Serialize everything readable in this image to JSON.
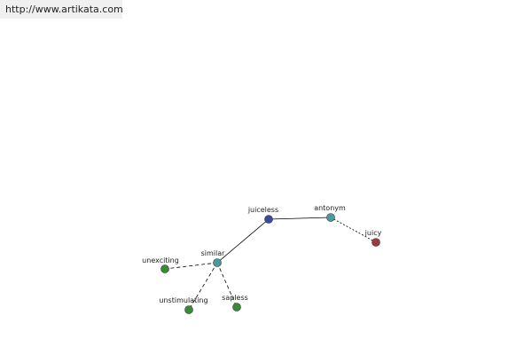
{
  "source_url": "http://www.artikata.com",
  "nodes": {
    "juiceless": {
      "label": "juiceless",
      "color": "#3a4aa0"
    },
    "antonym": {
      "label": "antonym",
      "color": "#4a9a9a"
    },
    "juicy": {
      "label": "juicy",
      "color": "#a03a3a"
    },
    "similar": {
      "label": "similar",
      "color": "#4a9a9a"
    },
    "unexciting": {
      "label": "unexciting",
      "color": "#3a8a3a"
    },
    "unstimulating": {
      "label": "unstimulating",
      "color": "#3a8a3a"
    },
    "sapless": {
      "label": "sapless",
      "color": "#3a8a3a"
    }
  },
  "edges": [
    {
      "from": "juiceless",
      "to": "antonym",
      "style": "solid"
    },
    {
      "from": "antonym",
      "to": "juicy",
      "style": "dashed"
    },
    {
      "from": "juiceless",
      "to": "similar",
      "style": "solid"
    },
    {
      "from": "similar",
      "to": "unexciting",
      "style": "dashed"
    },
    {
      "from": "similar",
      "to": "unstimulating",
      "style": "dashed"
    },
    {
      "from": "similar",
      "to": "sapless",
      "style": "dashed"
    }
  ]
}
